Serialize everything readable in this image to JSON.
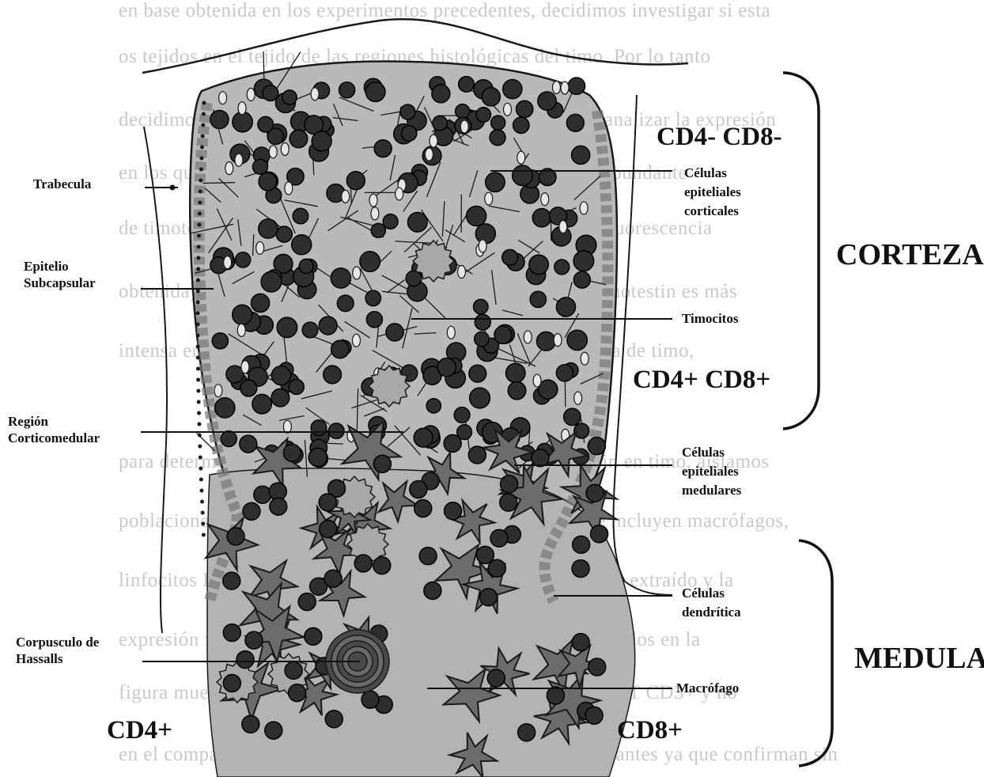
{
  "labels_left": {
    "trabecula": "Trabecula",
    "epitelio_line1": "Epitelio",
    "epitelio_line2": "Subcapsular",
    "region_line1": "Región",
    "region_line2": "Corticomedular",
    "corpusculo_line1": "Corpusculo de",
    "corpusculo_line2": "Hassalls"
  },
  "labels_right": {
    "cortical_line1": "Células",
    "cortical_line2": "epiteliales",
    "cortical_line3": "corticales",
    "timocitos": "Timocitos",
    "medular_line1": "Células",
    "medular_line2": "epiteliales",
    "medular_line3": "medulares",
    "dendritica_line1": "Células",
    "dendritica_line2": "dendrítica",
    "macrofago": "Macrófago"
  },
  "markers": {
    "double_negative": "CD4- CD8-",
    "double_positive": "CD4+ CD8+",
    "cd4": "CD4+",
    "cd8": "CD8+"
  },
  "regions": {
    "cortex": "CORTEZA",
    "medulla": "MEDULA"
  },
  "background_text": [
    "en base obtenida en los experimentos precedentes, decidimos investigar si esta",
    "os tejidos en el tejido de las regiones histológicas del timo. Por lo tanto",
    "decidimos utilizar cortes de timo de distintos biológicos y analizar la expresión",
    "en los que se muestran en la figura 3, se puede apreciar la abundante",
    "de timotestin en la corteza y menor en la medula de timo (fluorescencia",
    "obtenida). Se puede apreciar además que la expresión de timotestin es más",
    "intensa en la región subcapsular de la corteza y en la medula de timo,",
    "",
    "para determinar la distribución de la expresión de timotestin en timo, aislamos",
    "poblaciones de timocitos y linfocitos T CD3+ y CD3- (que incluyen macrófagos,",
    "linfocitos B). Se aisló el RNA total de cada subpoblación fue extraído y la",
    "expresión fue analizada por RT-PCR. Los resultados presentados en la",
    "figura muestran la expresión principalmente en los linfocitos T CD3+ y no",
    "en el compartimiento celular del timo. Estos datos son relevantes ya que confirman sin"
  ],
  "colors": {
    "ink": "#111111",
    "thymocyte": "#2e2e2e",
    "epithelial_fill": "#9a9a9a",
    "cortex_fill": "#b9b9b9",
    "capsule_stroke": "#1a1a1a",
    "background_text": "#c9c9c9"
  }
}
